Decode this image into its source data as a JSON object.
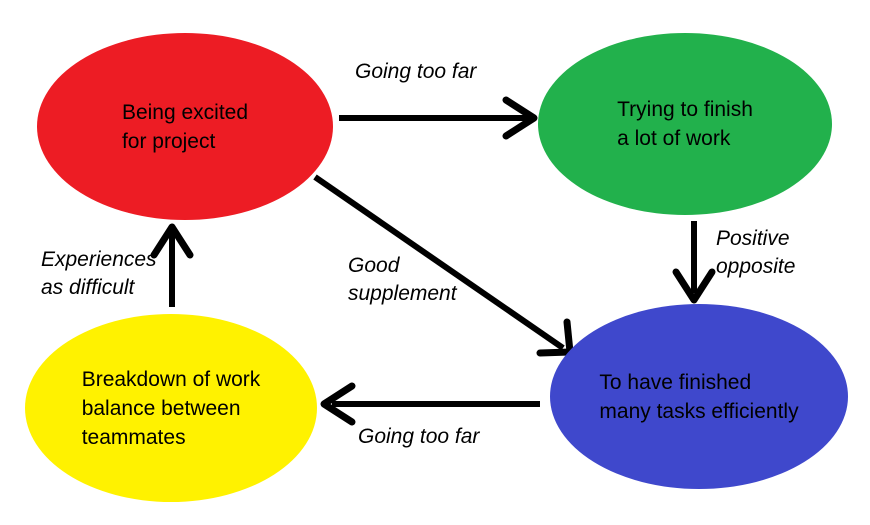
{
  "diagram": {
    "background": "#ffffff",
    "arrow_color": "#000000",
    "text_color": "#000000",
    "nodes": [
      {
        "id": "being-excited",
        "label": "Being excited\nfor project",
        "color": "#ed1c24"
      },
      {
        "id": "trying-to-finish",
        "label": "Trying to finish\na lot of work",
        "color": "#22b14c"
      },
      {
        "id": "finished-tasks",
        "label": "To have finished\nmany tasks efficiently",
        "color": "#3f48cc"
      },
      {
        "id": "work-breakdown",
        "label": "Breakdown of work\nbalance between\nteammates",
        "color": "#fff200"
      }
    ],
    "edges": [
      {
        "id": "excited-to-trying",
        "from": "being-excited",
        "to": "trying-to-finish",
        "label": "Going too far"
      },
      {
        "id": "trying-to-finished",
        "from": "trying-to-finish",
        "to": "finished-tasks",
        "label": "Positive\nopposite"
      },
      {
        "id": "excited-to-finished",
        "from": "being-excited",
        "to": "finished-tasks",
        "label": "Good\nsupplement"
      },
      {
        "id": "finished-to-breakdown",
        "from": "finished-tasks",
        "to": "work-breakdown",
        "label": "Going too far"
      },
      {
        "id": "breakdown-to-excited",
        "from": "work-breakdown",
        "to": "being-excited",
        "label": "Experiences\nas difficult"
      }
    ]
  }
}
